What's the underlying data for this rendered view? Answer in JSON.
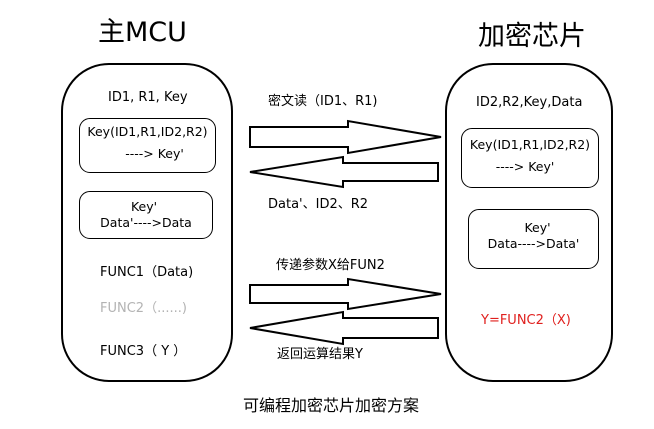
{
  "left": {
    "title": "主MCU",
    "inputs": "ID1, R1, Key",
    "box1": {
      "line1": "Key(ID1,R1,ID2,R2)",
      "line2": "----> Key'"
    },
    "box2": {
      "line1": "Key'",
      "line2": "Data'---->Data"
    },
    "func1": "FUNC1（Data)",
    "func2": "FUNC2（......)",
    "func3": "FUNC3（ Y ）"
  },
  "right": {
    "title": "加密芯片",
    "inputs": "ID2,R2,Key,Data",
    "box1": {
      "line1": "Key(ID1,R1,ID2,R2)",
      "line2": "----> Key'"
    },
    "box2": {
      "line1": "Key'",
      "line2": "Data---->Data'"
    },
    "result": "Y=FUNC2（X)"
  },
  "arrows": {
    "read": "密文读（ID1、R1)",
    "reply": "Data'、ID2、R2",
    "pass_param": "传递参数X给FUN2",
    "return_result": "返回运算结果Y"
  },
  "caption": "可编程加密芯片加密方案",
  "colors": {
    "stroke": "#000000",
    "muted": "#b3b3b3",
    "highlight": "#e0201e"
  }
}
